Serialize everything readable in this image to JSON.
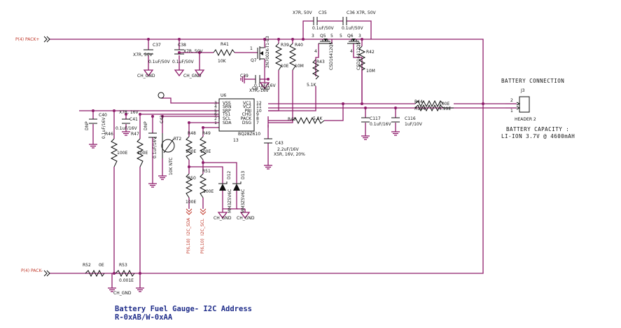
{
  "net_labels": {
    "pack_plus": "P(4)  PACK+",
    "pack_minus": "P(4)  PACK-",
    "i2c_sda": "I2C_SDA",
    "i2c_scl": "I2C_SCL",
    "p6_18": "P(6,18)",
    "p6_10": "P(6,10)",
    "ch_gnd": "CH_GND"
  },
  "ic": {
    "ref": "U6",
    "part": "BQ28Z610",
    "pins_left": [
      "VSS",
      "SRN",
      "SRP",
      "TS1",
      "SCL",
      "SDA"
    ],
    "pin_nums_left": [
      "3",
      "4",
      "5",
      "6",
      "2",
      "1"
    ],
    "pins_right": [
      "VC1",
      "VC2",
      "PBI",
      "CHG",
      "PACK",
      "DSG"
    ],
    "pin_nums_right": [
      "12",
      "11",
      "10",
      "9",
      "8",
      "7"
    ],
    "pad_num": "13"
  },
  "components": {
    "c35": {
      "ref": "C35",
      "value": "0.1uF/50V",
      "rating": "X7R, 50V"
    },
    "c36": {
      "ref": "C36",
      "value": "0.1uF/50V",
      "rating": "X7R, 50V"
    },
    "c37": {
      "ref": "C37",
      "value": "0.1uF/50V",
      "rating": "X7R, 50V"
    },
    "c38": {
      "ref": "C38",
      "value": "0.1uF/50V",
      "rating": "X7R, 50V"
    },
    "r41": {
      "ref": "R41",
      "value": "10K"
    },
    "q7": {
      "ref": "Q7",
      "part": "2N7002K-T1-E3"
    },
    "r39": {
      "ref": "R39",
      "value": "10E"
    },
    "r40": {
      "ref": "R40",
      "value": "10M"
    },
    "r43": {
      "ref": "R43",
      "value": "5.1K"
    },
    "q5": {
      "ref": "Q5",
      "part": "CSD16412Q5"
    },
    "q6": {
      "ref": "Q6",
      "part": "CSD16412Q5"
    },
    "r42": {
      "ref": "R42",
      "value": "10M"
    },
    "c39": {
      "ref": "C39",
      "value": "0.1uF/16V",
      "rating": "X7R, 16V"
    },
    "c40": {
      "ref": "C40",
      "value": "0.1uF/16V",
      "rating": "DNP"
    },
    "c41": {
      "ref": "C41",
      "value": "0.1uF/16V",
      "rating": "X7R, 16V"
    },
    "c42": {
      "ref": "C42",
      "value": "0.1uF/16V",
      "rating": "DNP"
    },
    "r46": {
      "ref": "R46",
      "value": "100E"
    },
    "r47": {
      "ref": "R47",
      "value": "100E"
    },
    "rt2": {
      "ref": "RT2",
      "value": "10K NTC"
    },
    "r48": {
      "ref": "R48",
      "value": "100E"
    },
    "r49": {
      "ref": "R49",
      "value": "100E"
    },
    "r50": {
      "ref": "R50",
      "value": "100E"
    },
    "r51": {
      "ref": "R51",
      "value": "100E"
    },
    "d12": {
      "ref": "D12",
      "part": "MM3Z5V6C"
    },
    "d13": {
      "ref": "D13",
      "part": "MM3Z5V6C"
    },
    "c43": {
      "ref": "C43",
      "value": "2.2uF/16V",
      "rating": "X5R, 16V, 20%"
    },
    "r45": {
      "ref": "R45",
      "value": "5.1K"
    },
    "c117": {
      "ref": "C117",
      "value": "0.1uF/16V"
    },
    "c116": {
      "ref": "C116",
      "value": "1uF/10V"
    },
    "r44": {
      "ref": "R44",
      "value": "100E"
    },
    "r154": {
      "ref": "R154",
      "value": "4.99E"
    },
    "r52": {
      "ref": "R52",
      "value": "0E"
    },
    "r53": {
      "ref": "R53",
      "value": "0.001E"
    },
    "j3": {
      "ref": "J3",
      "part": "HEADER 2",
      "pin1": "1",
      "pin2": "2"
    }
  },
  "mosfet_pins": {
    "drain": "3",
    "gate": "4",
    "source": "5"
  },
  "q7_pins": {
    "gate": "1"
  },
  "battery": {
    "connection_title": "BATTERY CONNECTION",
    "capacity_title": "BATTERY CAPACITY :",
    "capacity_value": "LI-ION  3.7V @ 4600mAH"
  },
  "footer": {
    "line1": "Battery Fuel Gauge- I2C Address",
    "line2": "R-0xAB/W-0xAA"
  }
}
